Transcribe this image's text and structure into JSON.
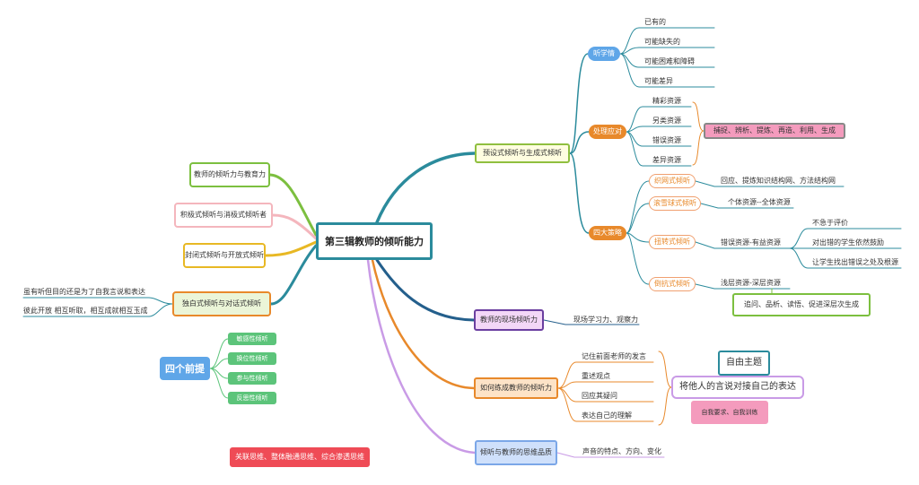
{
  "center": {
    "title": "第三辑教师的倾听能力"
  },
  "right": {
    "preset": {
      "label": "预设式倾听与生成式倾听",
      "study": {
        "label": "听学情",
        "items": [
          "已有的",
          "可能缺失的",
          "可能困难和障碍",
          "可能差异"
        ]
      },
      "handle": {
        "label": "处理应对",
        "items": [
          "精彩资源",
          "另类资源",
          "错误资源",
          "差异资源"
        ],
        "summary": "捕捉、辨析、提炼、再造、利用、生成"
      },
      "strategy": {
        "label": "四大策略",
        "items": [
          {
            "label": "织网式倾听",
            "text": "回应、提炼知识结构网、方法结构网"
          },
          {
            "label": "滚雪球式倾听",
            "text": "个体资源--全体资源"
          },
          {
            "label": "扭转式倾听",
            "text": "错误资源-有益资源",
            "subs": [
              "不急于评价",
              "对出错的学生依然鼓励",
              "让学生找出错误之处及根源"
            ]
          },
          {
            "label": "倒抗式倾听",
            "text": "浅层资源-深层资源",
            "extra": "追问、品析、读悟、促进深层次生成"
          }
        ]
      }
    },
    "field": {
      "label": "教师的现场倾听力",
      "text": "现场学习力、观察力"
    },
    "train": {
      "label": "如何练成教师的倾听力",
      "items": [
        "记住前面老师的发言",
        "重述观点",
        "回应其疑问",
        "表达自己的理解"
      ],
      "free_title": "自由主题",
      "free_text": "将他人的言说对接自己的表达",
      "self_req": "自我要求、自我训练"
    },
    "quality": {
      "label": "倾听与教师的思维品质",
      "text": "声音的特点、方向、变化"
    }
  },
  "left": {
    "edu": {
      "label": "教师的倾听力与教育力"
    },
    "active": {
      "label": "积极式倾听与消极式倾听者"
    },
    "closed": {
      "label": "封闭式倾听与开放式倾听"
    },
    "dialog": {
      "label": "独白式倾听与对话式倾听",
      "notes": [
        "虽有听但目的还是为了自我言说和表达",
        "彼此开放 相互听取，相互成就相互玉成"
      ]
    }
  },
  "floating": {
    "premise": "四个前提",
    "premise_items": [
      "敏感性倾听",
      "换位性倾听",
      "参与性倾听",
      "反思性倾听"
    ],
    "thinking": "关联思维、整体融通思维、综合渗透思维"
  },
  "colors": {
    "teal": "#2b8b9c",
    "green": "#7cbf3f",
    "pink": "#f4b6bd",
    "yellow": "#e8b824",
    "orange": "#e8892b",
    "purple": "#c99be6",
    "blue": "#5fa6e8",
    "red": "#ef4b56",
    "mint": "#5cc47a"
  }
}
